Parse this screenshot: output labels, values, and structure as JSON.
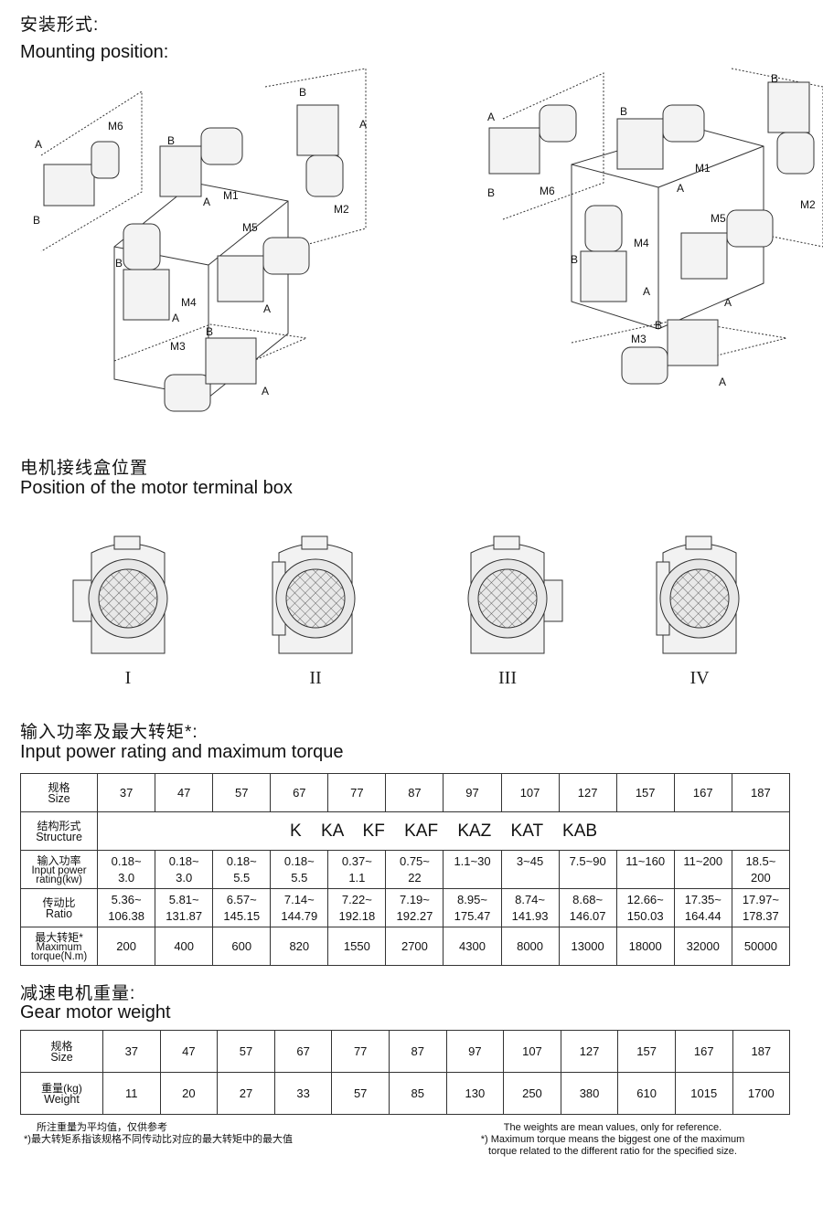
{
  "mounting": {
    "title_cn": "安装形式:",
    "title_en": "Mounting position:",
    "labels": {
      "m1": "M1",
      "m2": "M2",
      "m3": "M3",
      "m4": "M4",
      "m5": "M5",
      "m6": "M6",
      "a": "A",
      "b": "B"
    }
  },
  "terminal_box": {
    "title_cn": "电机接线盒位置",
    "title_en": "Position of the motor terminal box",
    "positions": [
      "I",
      "II",
      "III",
      "IV"
    ]
  },
  "power_table": {
    "title_cn": "输入功率及最大转矩*:",
    "title_en": "Input power rating and maximum torque",
    "size_label_cn": "规格",
    "size_label_en": "Size",
    "structure_label_cn": "结构形式",
    "structure_label_en": "Structure",
    "power_label_cn": "输入功率",
    "power_label_en1": "Input power",
    "power_label_en2": "rating(kw)",
    "ratio_label_cn": "传动比",
    "ratio_label_en": "Ratio",
    "torque_label_cn": "最大转矩*",
    "torque_label_en1": "Maximum",
    "torque_label_en2": "torque(N.m)",
    "sizes": [
      "37",
      "47",
      "57",
      "67",
      "77",
      "87",
      "97",
      "107",
      "127",
      "157",
      "167",
      "187"
    ],
    "structure": "K KA KF KAF KAZ KAT KAB",
    "power_top": [
      "0.18~",
      "0.18~",
      "0.18~",
      "0.18~",
      "0.37~",
      "0.75~",
      "1.1~30",
      "3~45",
      "7.5~90",
      "11~160",
      "11~200",
      "18.5~"
    ],
    "power_bottom": [
      "3.0",
      "3.0",
      "5.5",
      "5.5",
      "1.1",
      "22",
      "",
      "",
      "",
      "",
      "",
      "200"
    ],
    "ratio_top": [
      "5.36~",
      "5.81~",
      "6.57~",
      "7.14~",
      "7.22~",
      "7.19~",
      "8.95~",
      "8.74~",
      "8.68~",
      "12.66~",
      "17.35~",
      "17.97~"
    ],
    "ratio_bottom": [
      "106.38",
      "131.87",
      "145.15",
      "144.79",
      "192.18",
      "192.27",
      "175.47",
      "141.93",
      "146.07",
      "150.03",
      "164.44",
      "178.37"
    ],
    "torque": [
      "200",
      "400",
      "600",
      "820",
      "1550",
      "2700",
      "4300",
      "8000",
      "13000",
      "18000",
      "32000",
      "50000"
    ]
  },
  "weight_table": {
    "title_cn": "减速电机重量:",
    "title_en": "Gear motor weight",
    "size_label_cn": "规格",
    "size_label_en": "Size",
    "weight_label_cn": "重量(kg)",
    "weight_label_en": "Weight",
    "sizes": [
      "37",
      "47",
      "57",
      "67",
      "77",
      "87",
      "97",
      "107",
      "127",
      "157",
      "167",
      "187"
    ],
    "weights": [
      "11",
      "20",
      "27",
      "33",
      "57",
      "85",
      "130",
      "250",
      "380",
      "610",
      "1015",
      "1700"
    ]
  },
  "notes": {
    "cn1": "所注重量为平均值，仅供参考",
    "cn2": "*)最大转矩系指该规格不同传动比对应的最大转矩中的最大值",
    "en1": "The weights are mean values, only for reference.",
    "en2": "*) Maximum torque means the biggest one of the maximum",
    "en3": "torque related to the different ratio for the specified size."
  }
}
